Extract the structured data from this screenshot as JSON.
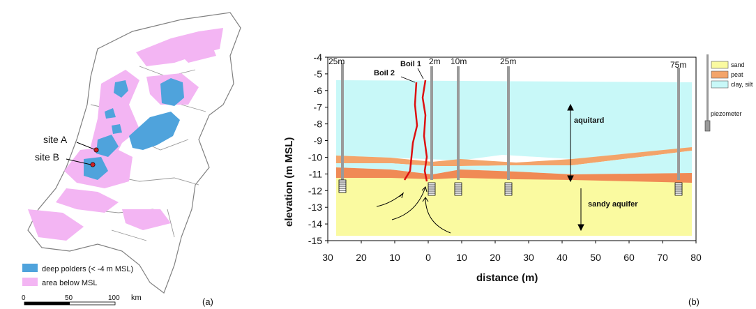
{
  "panel_a": {
    "site_a": "site A",
    "site_b": "site B",
    "legend_deep_polders": "deep polders (< -4 m MSL)",
    "legend_below_msl": "area below MSL",
    "scale_ticks": [
      "0",
      "50",
      "100"
    ],
    "scale_unit": "km",
    "panel_label": "(a)",
    "colors": {
      "deep_polder": "#4fa3dc",
      "below_msl": "#f3b5f3"
    }
  },
  "panel_b": {
    "ylabel": "elevation (m MSL)",
    "xlabel": "distance (m)",
    "y_ticks": [
      "-4",
      "-5",
      "-6",
      "-7",
      "-8",
      "-9",
      "-10",
      "-11",
      "-12",
      "-13",
      "-14",
      "-15"
    ],
    "x_ticks": [
      "30",
      "20",
      "10",
      "0",
      "10",
      "20",
      "30",
      "40",
      "50",
      "60",
      "70",
      "80"
    ],
    "piezometer_labels": [
      "25m",
      "2m",
      "10m",
      "25m",
      "75m"
    ],
    "boil1": "Boil 1",
    "boil2": "Boil 2",
    "aquitard": "aquitard",
    "sandy_aquifer": "sandy aquifer",
    "legend": {
      "sand": "sand",
      "peat": "peat",
      "clay": "clay, silt",
      "piezometer": "piezometer"
    },
    "panel_label": "(b)",
    "colors": {
      "sand": "#fafaa0",
      "peat": "#f3a46a",
      "clay": "#c8f8f8",
      "boil": "#dd1111"
    }
  },
  "chart_data": {
    "type": "cross-section",
    "ylim": [
      -15,
      -4
    ],
    "x_domain": [
      -30,
      80
    ],
    "piezometers": [
      {
        "label": "25m",
        "x": -25,
        "screen_depth": -11.8
      },
      {
        "label": "2m",
        "x": 0,
        "screen_depth": -11.8
      },
      {
        "label": "10m",
        "x": 9,
        "screen_depth": -11.8
      },
      {
        "label": "25m",
        "x": 24,
        "screen_depth": -11.8
      },
      {
        "label": "75m",
        "x": 74,
        "screen_depth": -11.8
      }
    ]
  }
}
